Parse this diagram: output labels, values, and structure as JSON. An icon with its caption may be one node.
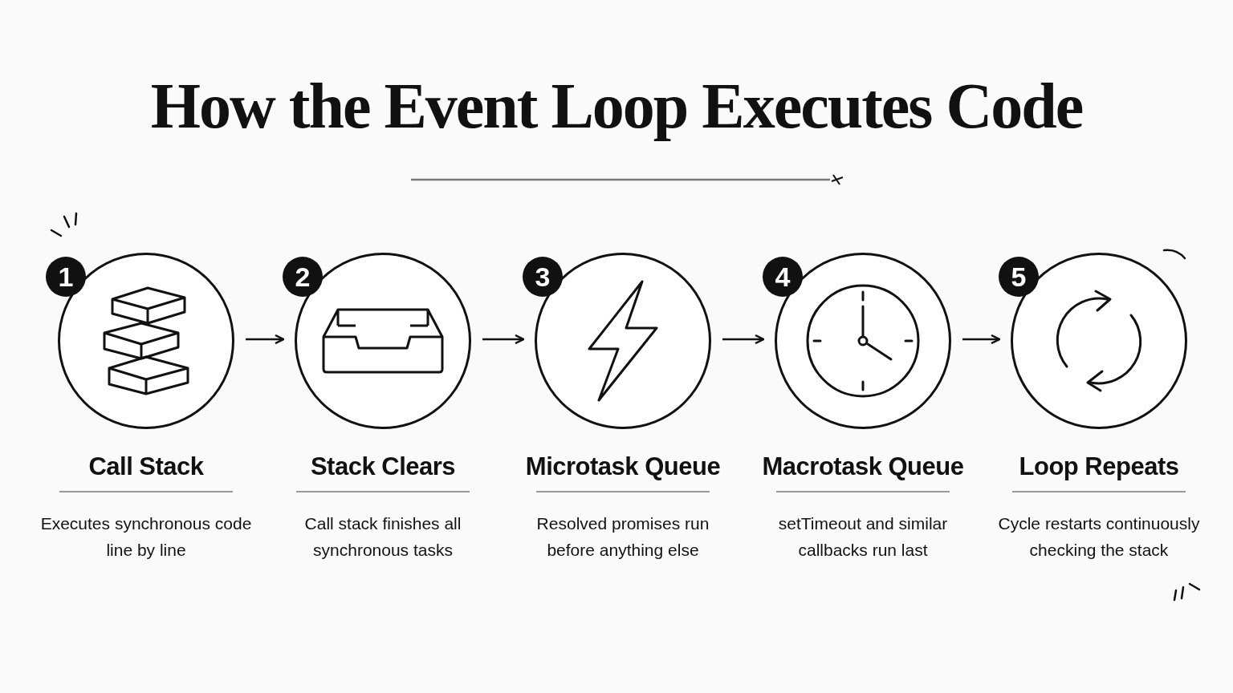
{
  "diagram": {
    "title": "How the Event Loop Executes Code",
    "nodes": [
      {
        "text": [
          "1"
        ],
        "beside": [
          "Call Stack",
          "Executes synchronous code line by line"
        ]
      },
      {
        "text": [
          "2"
        ],
        "beside": [
          "Stack Clears",
          "Call stack finishes all synchronous tasks"
        ]
      },
      {
        "text": [
          "3"
        ],
        "beside": [
          "Microtask Queue",
          "Resolved promises run before anything else"
        ]
      },
      {
        "text": [
          "4"
        ],
        "beside": [
          "Macrotask Queue",
          "setTimeout and similar callbacks run last"
        ]
      },
      {
        "text": [
          "5"
        ],
        "beside": [
          "Loop Repeats",
          "Cycle restarts continuously checking the stack"
        ]
      }
    ],
    "edges": [
      {
        "from": 0,
        "to": 1,
        "arrow": "to"
      },
      {
        "from": 1,
        "to": 2,
        "arrow": "to"
      },
      {
        "from": 2,
        "to": 3,
        "arrow": "to"
      },
      {
        "from": 3,
        "to": 4,
        "arrow": "to"
      }
    ]
  }
}
